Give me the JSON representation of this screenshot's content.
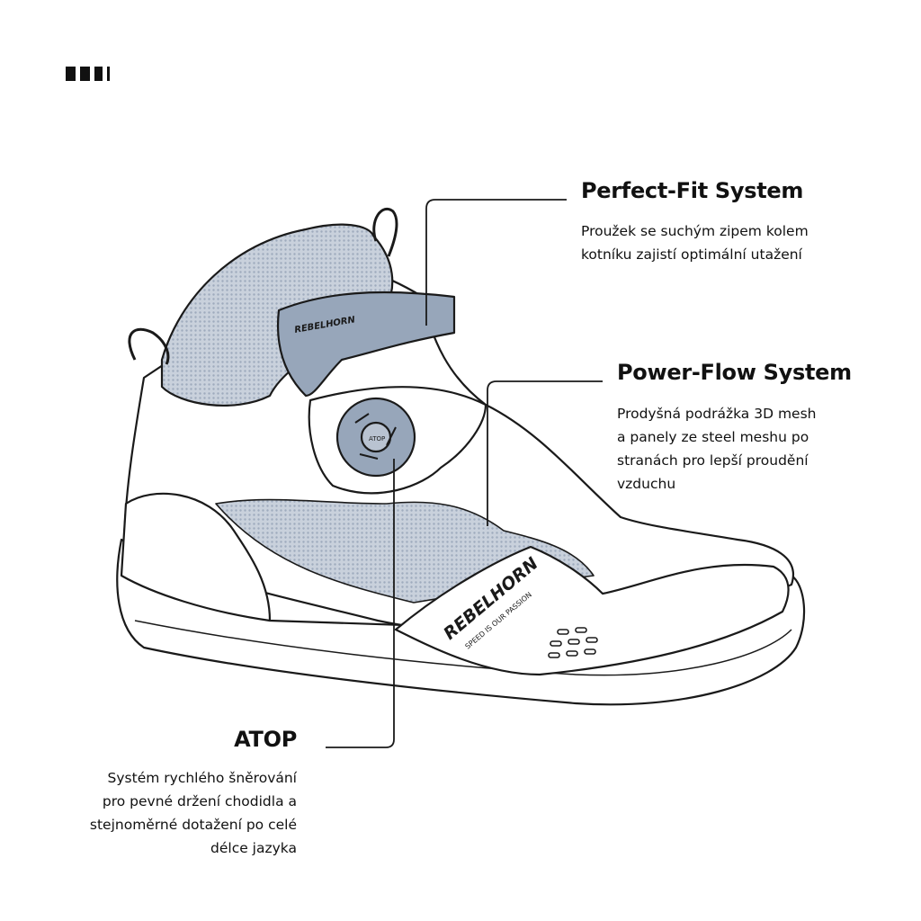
{
  "features": [
    {
      "title": "Perfect-Fit System",
      "lines": [
        "Proužek se suchým zipem kolem",
        "kotníku zajistí optimální utažení"
      ]
    },
    {
      "title": "Power-Flow System",
      "lines": [
        "Prodyšná podrážka 3D mesh",
        "a panely ze steel meshu po",
        "stranách pro lepší proudění",
        "vzduchu"
      ]
    },
    {
      "title": "ATOP",
      "lines": [
        "Systém rychlého šněrování",
        "pro pevné držení chodidla a",
        "stejnoměrné dotažení po celé",
        "délce jazyka"
      ]
    }
  ],
  "shoe_logo": {
    "brand": "REBELHORN",
    "tagline": "SPEED IS OUR PASSION",
    "dial": "ATOP"
  },
  "colors": {
    "mesh": "#b9c3d1",
    "strap": "#97a6ba",
    "line": "#1a1a1a"
  }
}
